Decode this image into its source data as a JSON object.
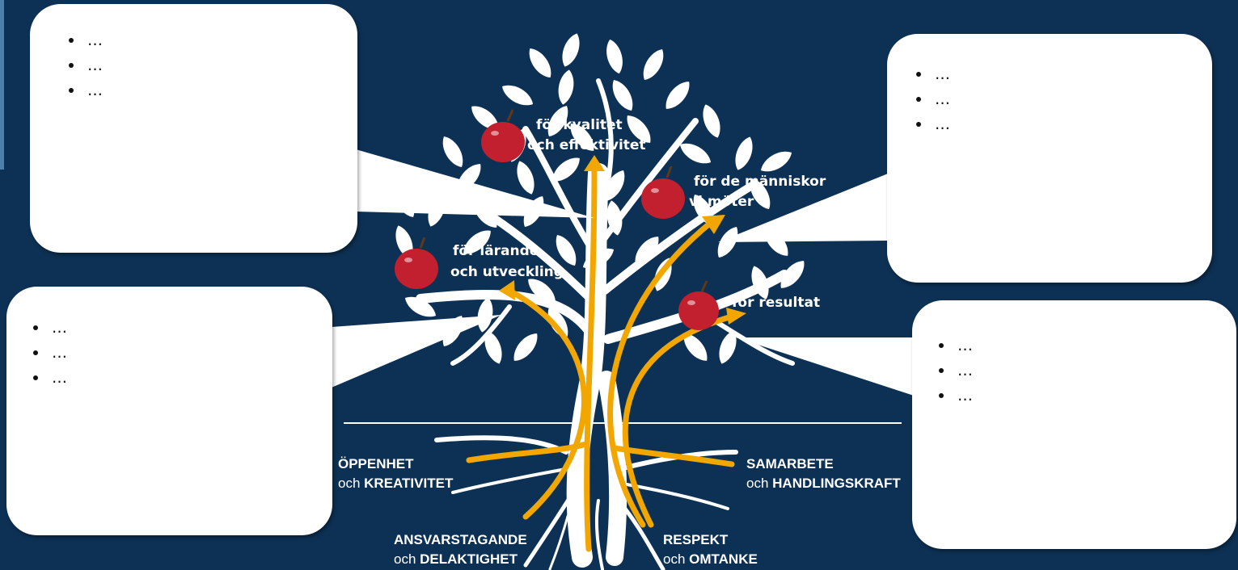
{
  "colors": {
    "background": "#0d3154",
    "leaf": "#ffffff",
    "arrow": "#f2a700",
    "apple": "#c2202e",
    "callout": "#ffffff"
  },
  "fruits": {
    "kvalitet": [
      "för kvalitet",
      "och effektivitet"
    ],
    "manniskor": [
      "för de människor",
      "vi möter"
    ],
    "larande": [
      "för lärande",
      "och utveckling"
    ],
    "resultat": [
      "för resultat"
    ]
  },
  "values": {
    "oppenhet": {
      "line1": "ÖPPENHET",
      "prefix": "och ",
      "emph": "KREATIVITET"
    },
    "ansvar": {
      "line1": "ANSVARSTAGANDE",
      "prefix": "och ",
      "emph": "DELAKTIGHET"
    },
    "respekt": {
      "line1": "RESPEKT",
      "prefix": "och ",
      "emph": "OMTANKE"
    },
    "samarbete": {
      "line1": "SAMARBETE",
      "prefix": "och ",
      "emph": "HANDLINGSKRAFT"
    }
  },
  "callouts": {
    "top_left": [
      "…",
      "…",
      "…"
    ],
    "top_right": [
      "…",
      "…",
      "…"
    ],
    "bottom_left": [
      "…",
      "…",
      "…"
    ],
    "bottom_right": [
      "…",
      "…",
      "…"
    ]
  }
}
